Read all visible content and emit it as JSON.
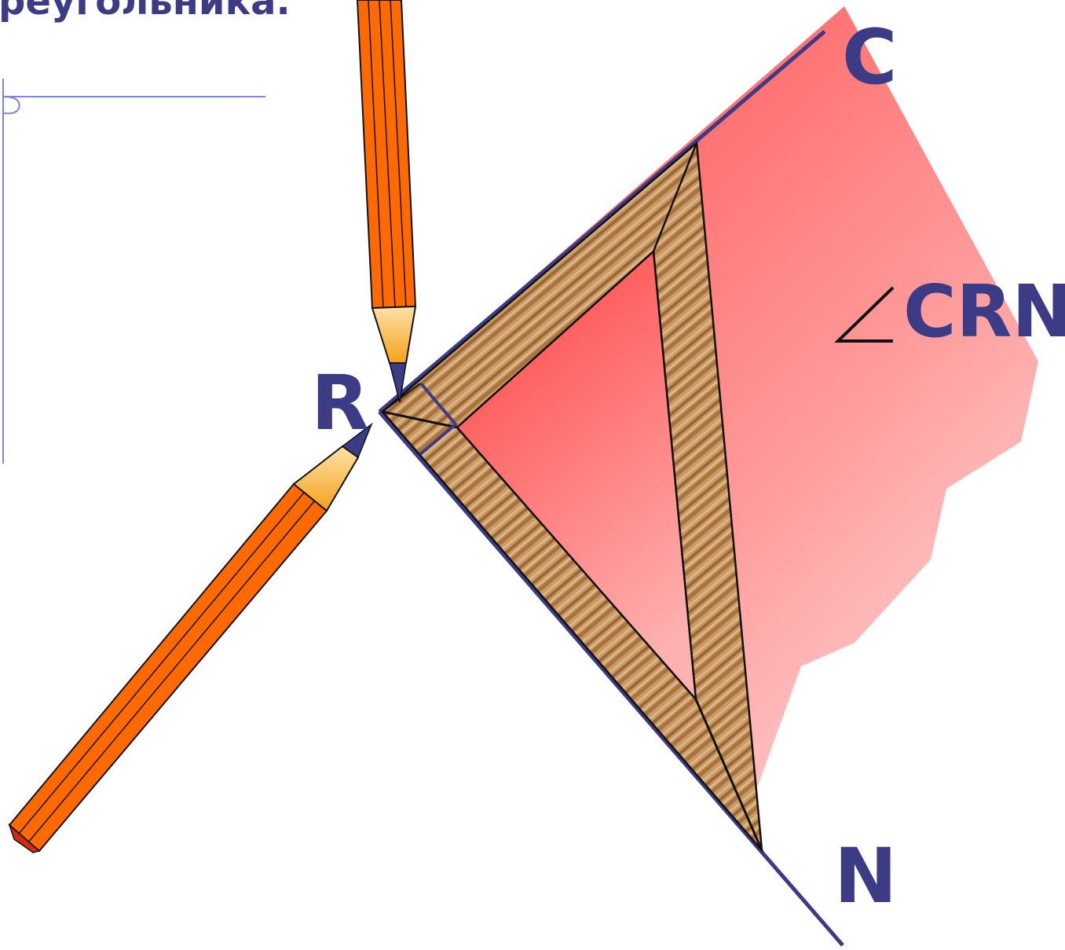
{
  "slide": {
    "title_fragment": "реугольника."
  },
  "labels": {
    "vertex": "R",
    "ray_top": "C",
    "ray_bottom": "N",
    "angle_symbol": "∠",
    "angle_name": "CRN"
  },
  "colors": {
    "ray": "#3b3b86",
    "label": "#3b3b86",
    "pink_region": "#ff6666",
    "pencil_body": "#ff6a00",
    "wood": "#b8844e",
    "guide_line": "#7b86e0"
  },
  "icons": {
    "pencil_1": "pencil-icon",
    "pencil_2": "pencil-icon",
    "set_square": "set-square-icon"
  }
}
